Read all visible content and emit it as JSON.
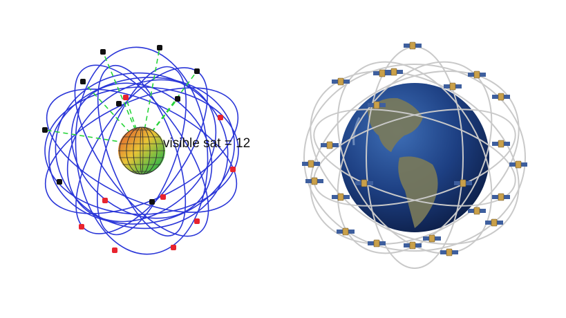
{
  "left_panel": {
    "caption": "visible sat = 12",
    "visible_satellite_count": 12,
    "colors": {
      "orbit": "#2a36d8",
      "visible_satellite": "#e8232e",
      "hidden_satellite": "#111111",
      "line_of_sight": "#27d43a",
      "earth_hot": "#e0602a",
      "earth_warm": "#e8c436",
      "earth_cool": "#2fa34a"
    },
    "icons": [
      "orbit-ring",
      "satellite-dot",
      "earth-surface-plot",
      "line-of-sight"
    ]
  },
  "right_panel": {
    "colors": {
      "orbit": "#c9c9c9",
      "ocean": "#1c3a76",
      "land": "#7a7a5a",
      "satellite_panel": "#3e5f9e",
      "satellite_body": "#c9a04a"
    },
    "icons": [
      "earth-globe",
      "satellite-icon",
      "orbit-ring"
    ]
  }
}
